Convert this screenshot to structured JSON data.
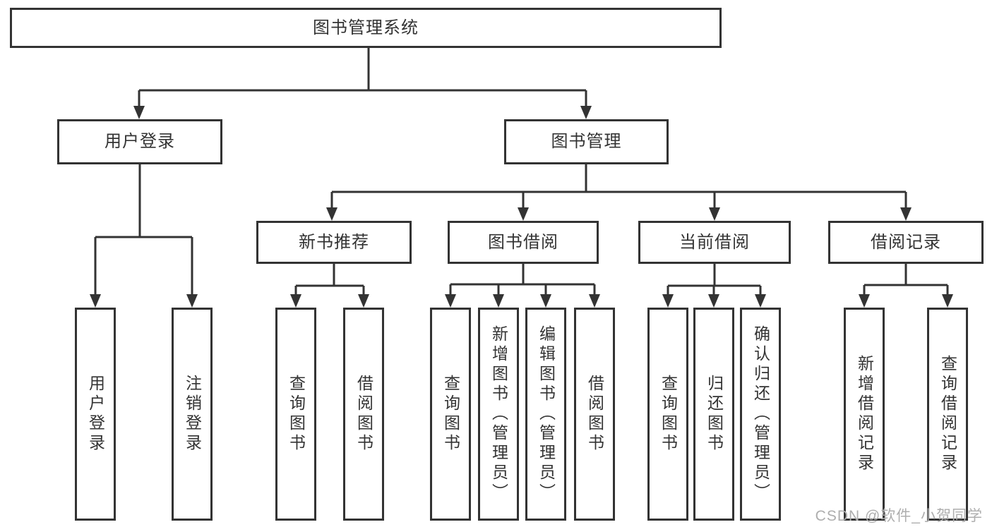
{
  "diagram": {
    "type": "hierarchy-tree",
    "colors": {
      "line": "#333333",
      "text": "#333333",
      "background": "#ffffff",
      "watermark": "#aeaeae"
    },
    "tree": {
      "label": "图书管理系统",
      "children": [
        {
          "label": "用户登录",
          "children": [
            {
              "label": "用户登录"
            },
            {
              "label": "注销登录"
            }
          ]
        },
        {
          "label": "图书管理",
          "children": [
            {
              "label": "新书推荐",
              "children": [
                {
                  "label": "查询图书"
                },
                {
                  "label": "借阅图书"
                }
              ]
            },
            {
              "label": "图书借阅",
              "children": [
                {
                  "label": "查询图书"
                },
                {
                  "label": "新增图书（管理员）"
                },
                {
                  "label": "编辑图书（管理员）"
                },
                {
                  "label": "借阅图书"
                }
              ]
            },
            {
              "label": "当前借阅",
              "children": [
                {
                  "label": "查询图书"
                },
                {
                  "label": "归还图书"
                },
                {
                  "label": "确认归还（管理员）"
                }
              ]
            },
            {
              "label": "借阅记录",
              "children": [
                {
                  "label": "新增借阅记录"
                },
                {
                  "label": "查询借阅记录"
                }
              ]
            }
          ]
        }
      ]
    },
    "watermark": "CSDN @软件_小贺同学"
  }
}
